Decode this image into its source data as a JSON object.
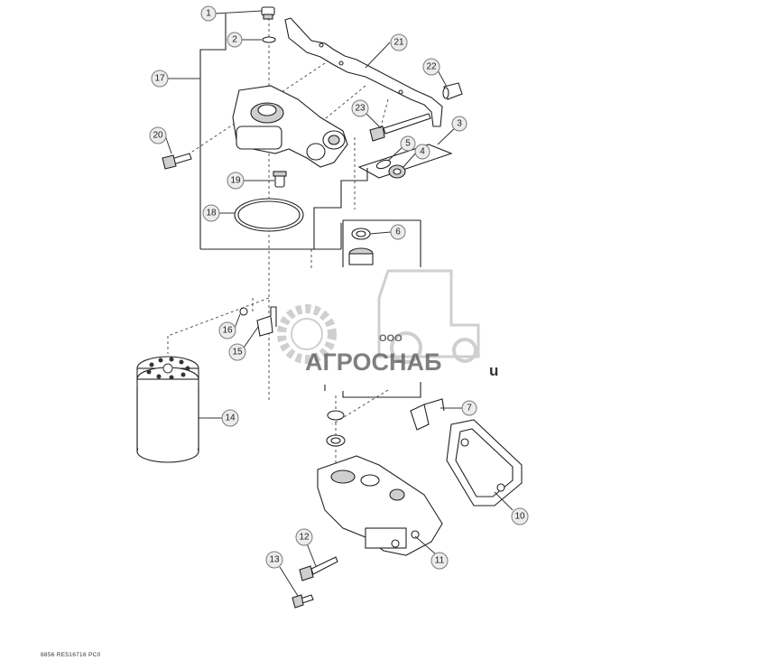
{
  "callouts": [
    "1",
    "2",
    "3",
    "4",
    "5",
    "6",
    "7",
    "10",
    "11",
    "12",
    "13",
    "14",
    "15",
    "16",
    "17",
    "18",
    "19",
    "20",
    "21",
    "22",
    "23"
  ],
  "reference_code": "8856 RE516716 PC0",
  "watermark": {
    "prefix": "ООО",
    "name": "АГРОСНАБ",
    "suffix": "u"
  }
}
